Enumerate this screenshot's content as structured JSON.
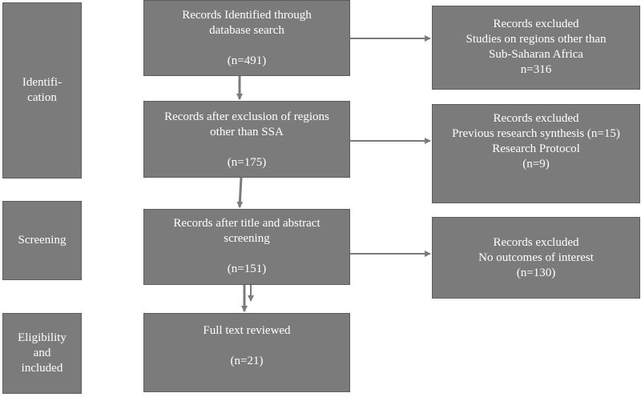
{
  "stages": {
    "identification": [
      "Identifi-",
      "cation"
    ],
    "screening": [
      "Screening"
    ],
    "eligibility": [
      "Eligibility",
      "and",
      "included"
    ]
  },
  "main_boxes": [
    {
      "lines": [
        "Records Identified through",
        "database search"
      ],
      "count": "(n=491)"
    },
    {
      "lines": [
        "Records after exclusion of regions",
        "other than SSA"
      ],
      "count": "(n=175)"
    },
    {
      "lines": [
        "Records after title and abstract",
        "screening"
      ],
      "count": "(n=151)"
    },
    {
      "lines": [
        "Full text reviewed"
      ],
      "count": "(n=21)"
    }
  ],
  "excluded_boxes": [
    {
      "lines": [
        "Records excluded",
        "Studies on regions other than",
        "Sub-Saharan Africa",
        "n=316"
      ]
    },
    {
      "lines": [
        "Records excluded",
        "Previous research synthesis (n=15)",
        "Research Protocol",
        "(n=9)"
      ]
    },
    {
      "lines": [
        "Records excluded",
        "No outcomes of interest",
        "(n=130)"
      ]
    }
  ],
  "colors": {
    "box_fill": "#7b7b7b",
    "box_border": "#5d5d5d",
    "arrow": "#7b7b7b",
    "text": "#ffffff"
  }
}
